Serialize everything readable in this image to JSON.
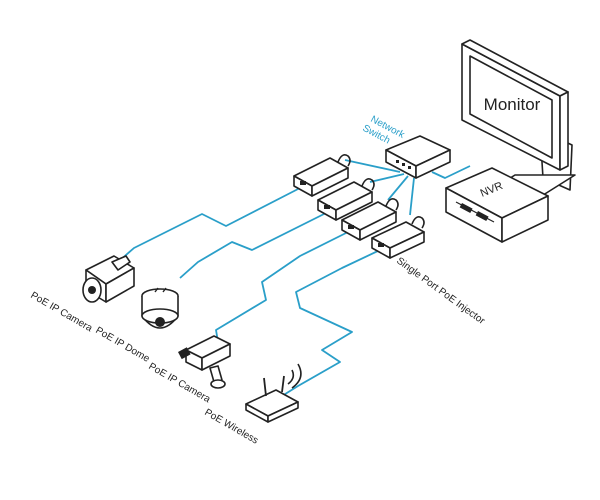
{
  "colors": {
    "cable": "#2a9fc9",
    "outline": "#222222",
    "background": "#ffffff"
  },
  "labels": {
    "monitor": "Monitor",
    "nvr": "NVR",
    "switch_line1": "Network",
    "switch_line2": "Switch",
    "injector": "Single Port PoE Injector",
    "devices": [
      "PoE IP Camera",
      "PoE IP Dome",
      "PoE IP Camera",
      "PoE Wireless"
    ]
  },
  "icons": [
    "monitor-icon",
    "nvr-icon",
    "network-switch-icon",
    "poe-injector-icon",
    "bullet-camera-icon",
    "dome-camera-icon",
    "box-camera-icon",
    "wireless-router-icon"
  ]
}
